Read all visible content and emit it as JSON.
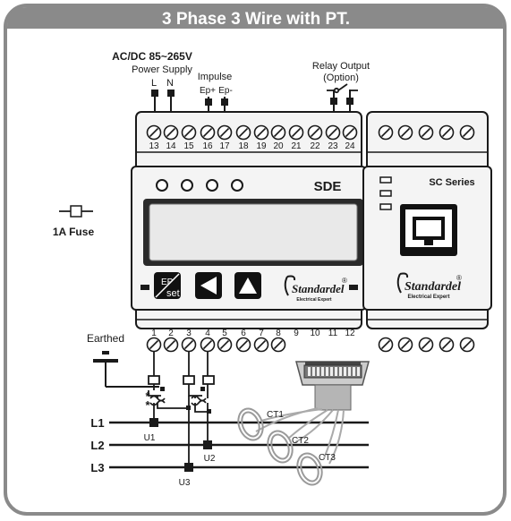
{
  "title": "3 Phase 3 Wire with PT.",
  "supply": {
    "voltage_label": "AC/DC 85~265V",
    "power_label": "Power Supply",
    "L": "L",
    "N": "N"
  },
  "impulse": {
    "label": "Impulse",
    "ep_plus": "Ep+",
    "ep_minus": "Ep-"
  },
  "relay": {
    "label1": "Relay Output",
    "label2": "(Option)"
  },
  "top_terminal_numbers": [
    "13",
    "14",
    "15",
    "16",
    "17",
    "18",
    "19",
    "20",
    "21",
    "22",
    "23",
    "24"
  ],
  "bottom_terminal_numbers": [
    "1",
    "2",
    "3",
    "4",
    "5",
    "6",
    "7",
    "8",
    "9",
    "10",
    "11",
    "12"
  ],
  "meter": {
    "model": "SDE",
    "brand": "Standardel",
    "brand_sub": "Electrical Expert",
    "registered": "®",
    "ep_key": "EP",
    "set_key": "set"
  },
  "module": {
    "series": "SC Series",
    "brand": "Standardel",
    "brand_sub": "Electrical Expert",
    "registered": "®"
  },
  "fuse_label": "1A Fuse",
  "earthed_label": "Earthed",
  "lines": [
    "L1",
    "L2",
    "L3"
  ],
  "pt_labels": [
    "U1",
    "U2",
    "U3"
  ],
  "ct_labels": [
    "CT1",
    "CT2",
    "CT3"
  ],
  "pt_polarity_mark": "*",
  "colors": {
    "title_bar": "#8a8a8a",
    "panel_border": "#8a8a8a",
    "device_fill": "#f4f4f4",
    "device_stroke": "#1a1a1a",
    "display_fill": "#e9e9e9",
    "key_fill": "#111111",
    "ct_stroke": "#9a9a9a"
  }
}
